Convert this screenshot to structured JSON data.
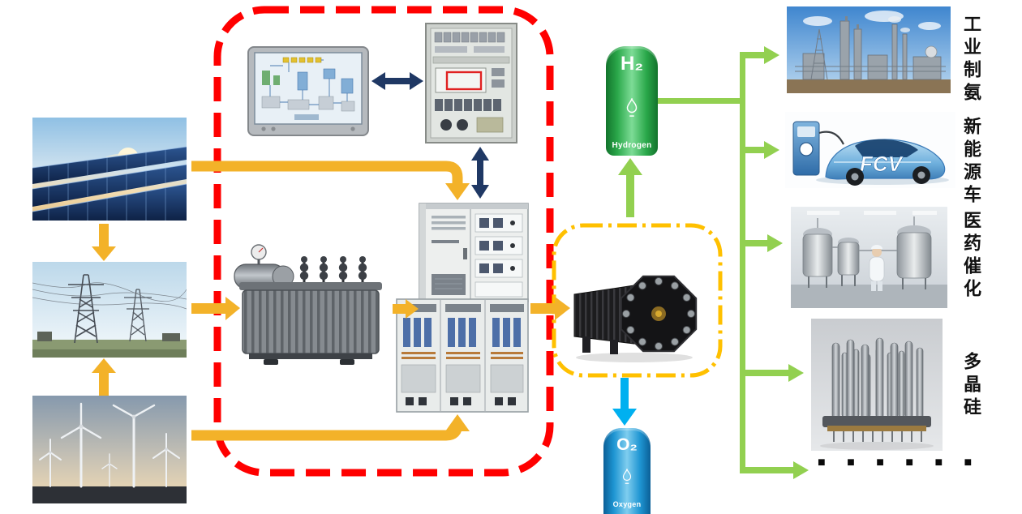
{
  "colors": {
    "enclosure_dashed": "#FF0000",
    "electrolyzer_boundary": "#FFC000",
    "power_arrows": "#F3B229",
    "hydrogen_arrows": "#92D050",
    "oxygen_arrow": "#00B0F0",
    "signal_arrows": "#1F3864",
    "hydrogen_tank": "#2AA84A",
    "oxygen_tank": "#1E95D2"
  },
  "tanks": {
    "hydrogen": {
      "symbol": "H₂",
      "name": "Hydrogen"
    },
    "oxygen": {
      "symbol": "O₂",
      "name": "Oxygen"
    }
  },
  "vehicle_badge": "FCV",
  "applications": [
    {
      "id": "industrial-ammonia",
      "label": "工业制氨"
    },
    {
      "id": "new-energy-vehicle",
      "label": "新能源车"
    },
    {
      "id": "pharma-catalysis",
      "label": "医药催化"
    },
    {
      "id": "polysilicon",
      "label": "多晶硅"
    }
  ],
  "ellipsis": "■ ■ ■ ■ ■ ■",
  "images": {
    "sources": [
      "solar-panels",
      "power-grid",
      "wind-turbines"
    ],
    "equipment": [
      "hmi-control-panel",
      "control-cabinet",
      "transformer",
      "rectifier-cabinet-upper",
      "rectifier-cabinet-lower",
      "electrolyzer-stack"
    ],
    "applications": [
      "ammonia-plant",
      "fuel-cell-vehicle",
      "pharma-lab",
      "polysilicon-rods"
    ]
  }
}
